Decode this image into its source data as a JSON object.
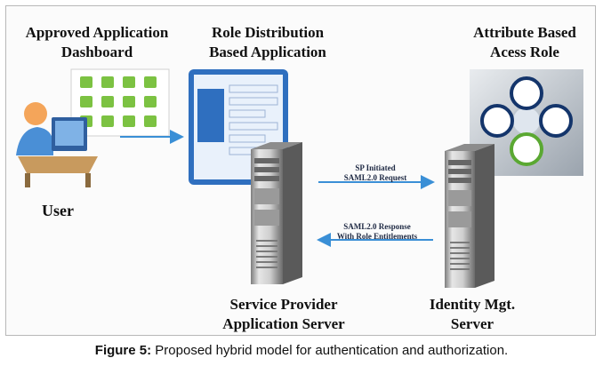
{
  "labels": {
    "dashboard_line1": "Approved Application",
    "dashboard_line2": "Dashboard",
    "role_line1": "Role Distribution",
    "role_line2": "Based Application",
    "attr_line1": "Attribute Based",
    "attr_line2": "Acess Role",
    "user": "User",
    "sp_line1": "Service Provider",
    "sp_line2": "Application Server",
    "idm_line1": "Identity Mgt.",
    "idm_line2": "Server"
  },
  "arrows": {
    "request_line1": "SP Initiated",
    "request_line2": "SAML2.0 Request",
    "response_line1": "SAML2.0 Response",
    "response_line2": "With Role Entitlements"
  },
  "caption": {
    "label": "Figure 5:",
    "text": " Proposed hybrid model for authentication and authorization."
  },
  "colors": {
    "arrow": "#3a8fd6",
    "server_dark": "#5a5a5a",
    "server_light": "#d9d9d9",
    "tile_green": "#7cc242",
    "app_blue": "#2f6fbf",
    "ring_navy": "#14356b",
    "ring_green": "#5aa832",
    "user_orange": "#f4a55a"
  }
}
